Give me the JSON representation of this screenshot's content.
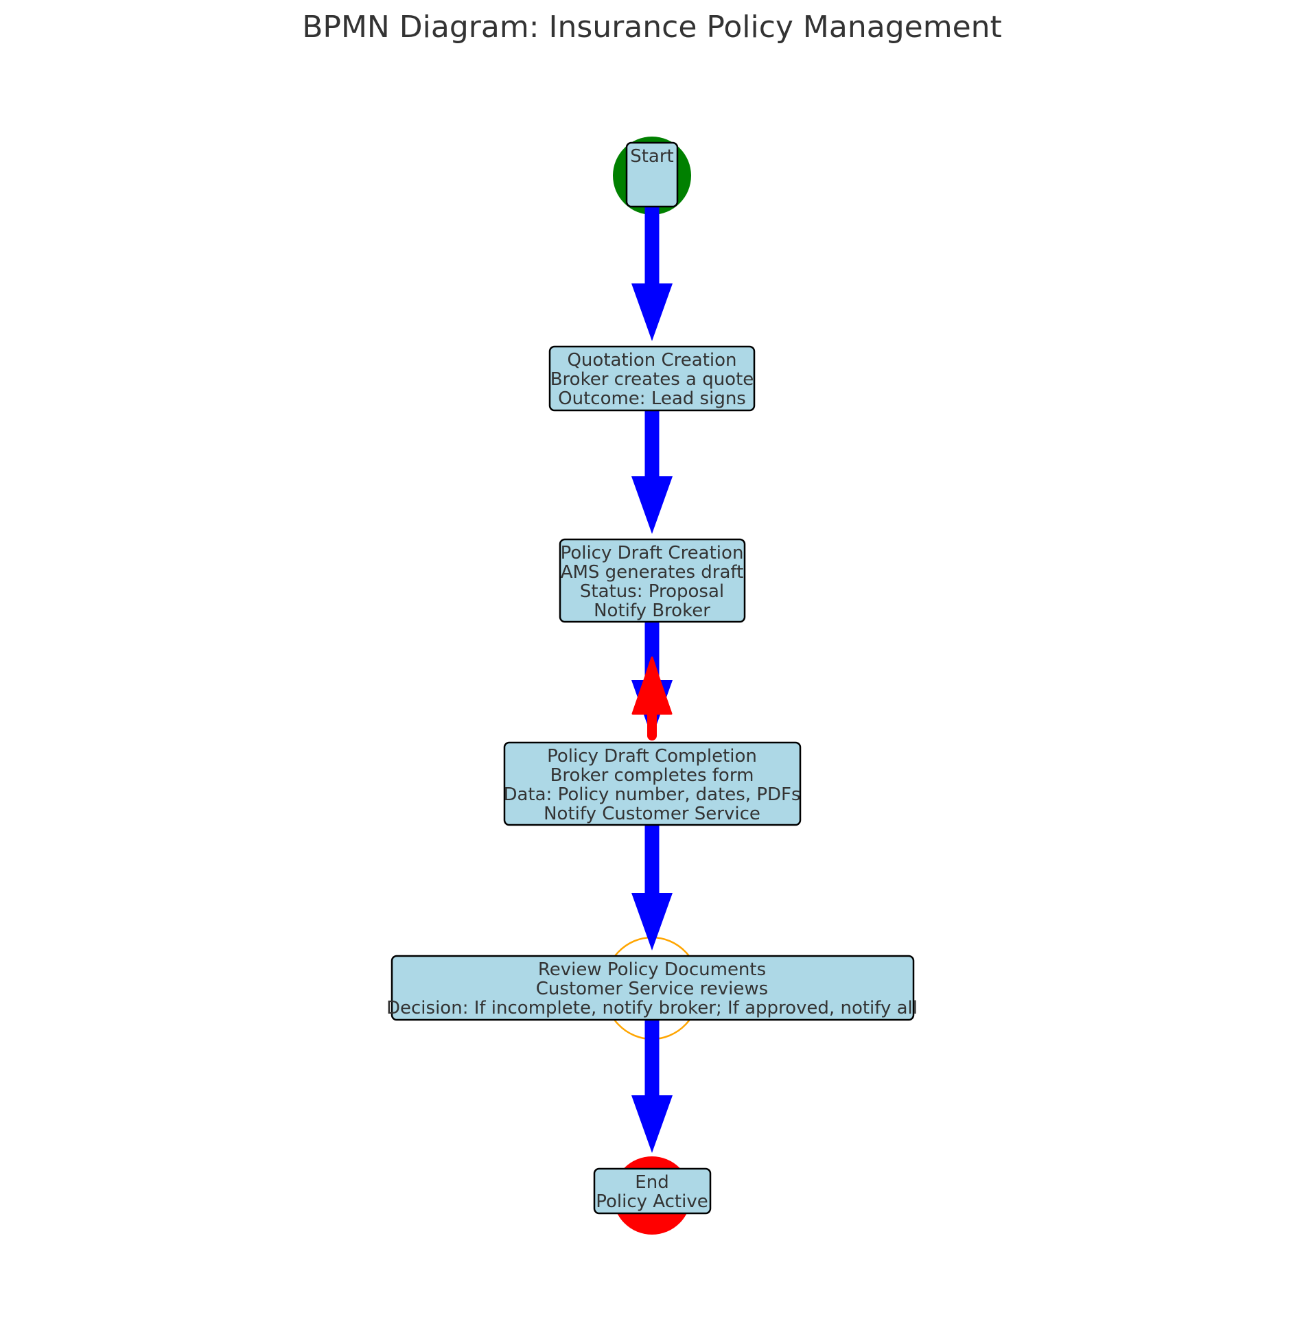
{
  "title": "BPMN Diagram: Insurance Policy Management",
  "colors": {
    "task_fill": "#add8e6",
    "flow": "#0000ff",
    "back_flow": "#ff0000",
    "start_event": "#008000",
    "end_event": "#ff0000",
    "gateway": "#ffa500"
  },
  "nodes": {
    "start": {
      "lines": [
        "Start"
      ]
    },
    "quotation": {
      "lines": [
        "Quotation Creation",
        "Broker creates a quote",
        "Outcome: Lead signs"
      ]
    },
    "draft_creation": {
      "lines": [
        "Policy Draft Creation",
        "AMS generates draft",
        "Status: Proposal",
        "Notify Broker"
      ]
    },
    "draft_completion": {
      "lines": [
        "Policy Draft Completion",
        "Broker completes form",
        "Data: Policy number, dates, PDFs",
        "Notify Customer Service"
      ]
    },
    "review": {
      "lines": [
        "Review Policy Documents",
        "Customer Service reviews",
        "Decision: If incomplete, notify broker; If approved, notify all"
      ]
    },
    "end": {
      "lines": [
        "End",
        "Policy Active"
      ]
    }
  },
  "flows": [
    {
      "from": "start",
      "to": "quotation"
    },
    {
      "from": "quotation",
      "to": "draft_creation"
    },
    {
      "from": "draft_creation",
      "to": "draft_completion"
    },
    {
      "from": "draft_completion",
      "to": "review"
    },
    {
      "from": "review",
      "to": "end"
    }
  ],
  "back_flows": [
    {
      "from": "draft_completion",
      "to": "draft_creation"
    }
  ]
}
